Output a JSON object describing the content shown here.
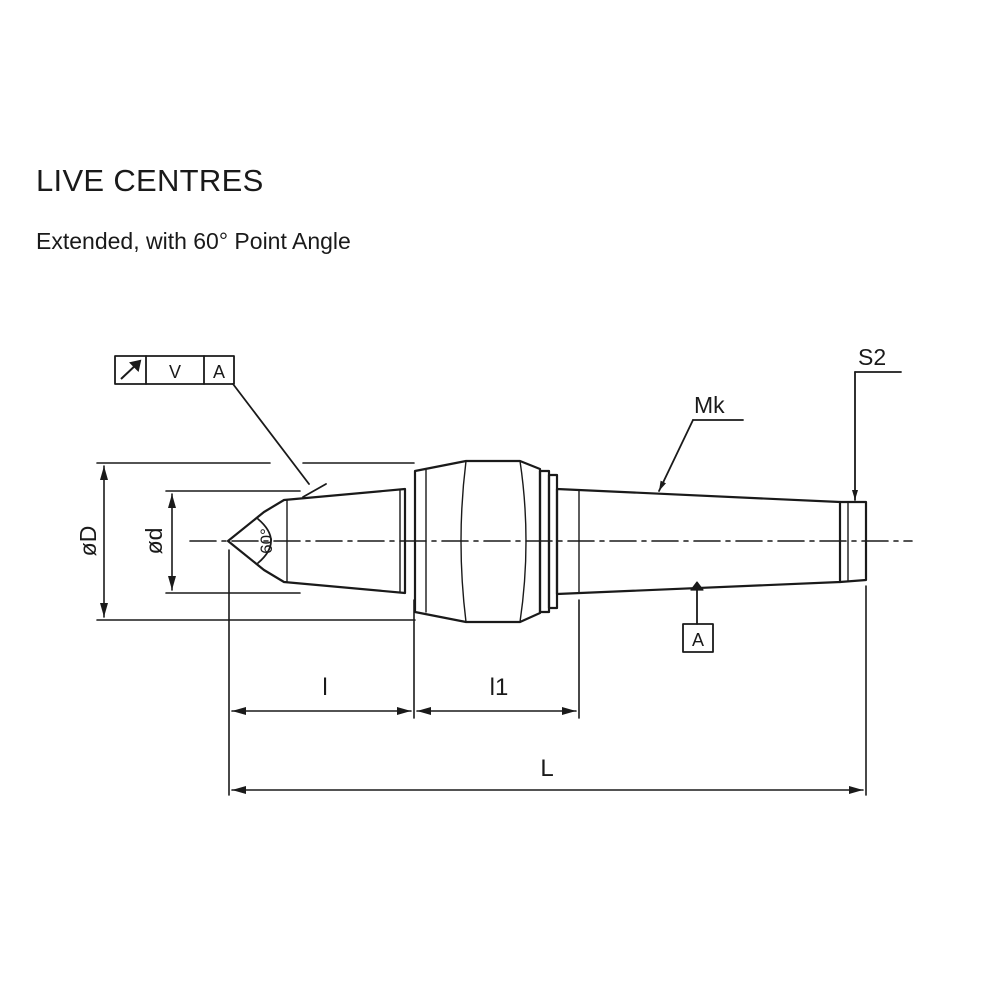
{
  "header": {
    "title": "LIVE CENTRES",
    "subtitle": "Extended, with 60° Point Angle"
  },
  "tolerance_frame": {
    "symbol": "circular-runout-icon",
    "tolerance": "V",
    "datum": "A"
  },
  "datum_label": "A",
  "labels": {
    "surface_finish": "S2",
    "morse_taper": "Mk",
    "point_angle": "60°",
    "diameter_large": "øD",
    "diameter_small": "ød"
  },
  "dimensions": {
    "point_length": "l",
    "bearing_length": "l1",
    "overall_length": "L"
  },
  "colors": {
    "ink": "#1a1a1a",
    "background": "#ffffff"
  }
}
